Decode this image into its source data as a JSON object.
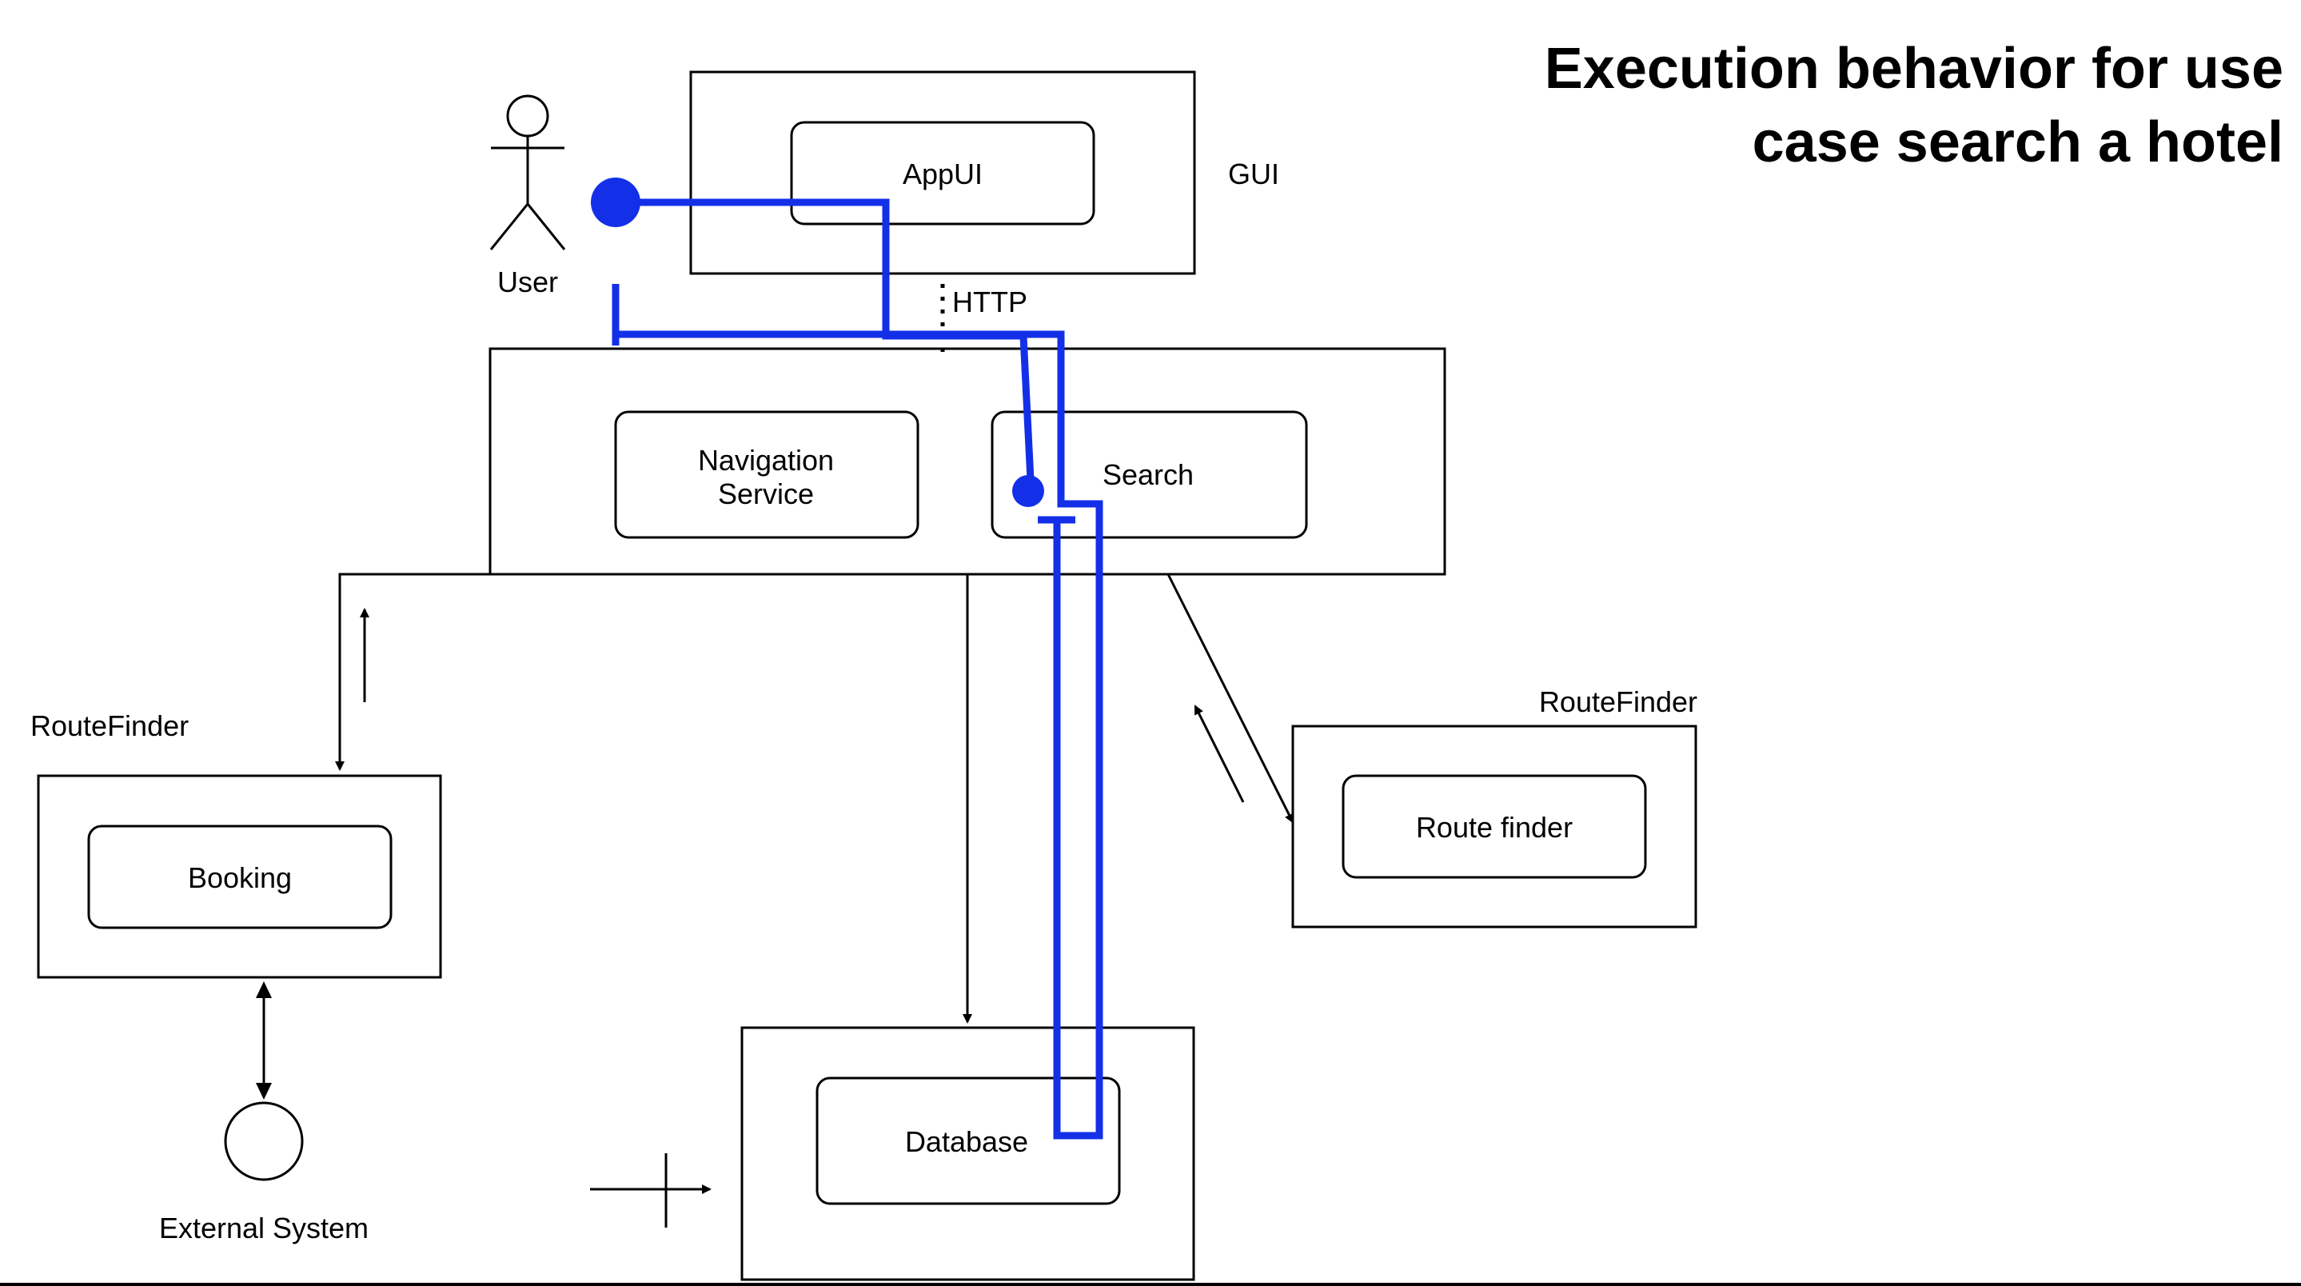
{
  "title": {
    "line1": "Execution behavior for use",
    "line2": "case search a hotel"
  },
  "diagram": {
    "actor_label": "User",
    "gui_group_label": "GUI",
    "appui_label": "AppUI",
    "connector_label": "HTTP",
    "navigation_label_line1": "Navigation",
    "navigation_label_line2": "Service",
    "search_label": "Search",
    "routefinder_left_label": "RouteFinder",
    "booking_label": "Booking",
    "routefinder_right_label": "RouteFinder",
    "route_finder_label": "Route finder",
    "database_label": "Database",
    "external_system_label": "External System"
  },
  "colors": {
    "execution_path": "#1330e8",
    "lines": "#000000"
  }
}
